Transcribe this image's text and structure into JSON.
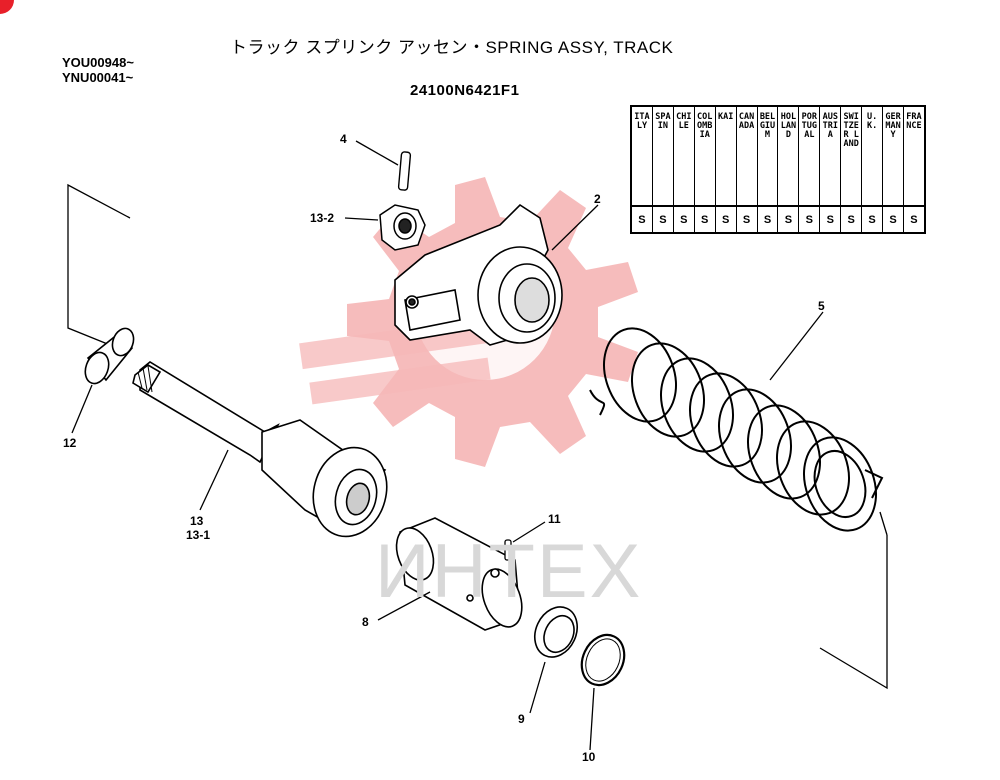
{
  "header": {
    "title": "トラック スプリンク アッセン・SPRING ASSY, TRACK",
    "serial_1": "YOU00948~",
    "serial_2": "YNU00041~",
    "part_number": "24100N6421F1"
  },
  "country_table": {
    "countries": [
      "ITALY",
      "SPAIN",
      "CHILE",
      "COLOMBIA",
      "KAI",
      "CANADA",
      "BELGIUM",
      "HOLLAND",
      "PORTUGAL",
      "AUSTRIA",
      "SWITZER LAND",
      "U.K.",
      "GERMANY",
      "FRANCE"
    ],
    "values": [
      "S",
      "S",
      "S",
      "S",
      "S",
      "S",
      "S",
      "S",
      "S",
      "S",
      "S",
      "S",
      "S",
      "S"
    ]
  },
  "callouts": {
    "c2": "2",
    "c4": "4",
    "c5": "5",
    "c8": "8",
    "c9": "9",
    "c10": "10",
    "c11": "11",
    "c12": "12",
    "c13": "13",
    "c13_1": "13-1",
    "c13_2": "13-2"
  },
  "watermark": {
    "text": "ИНТЕХ",
    "color": "#f3a6a6"
  }
}
